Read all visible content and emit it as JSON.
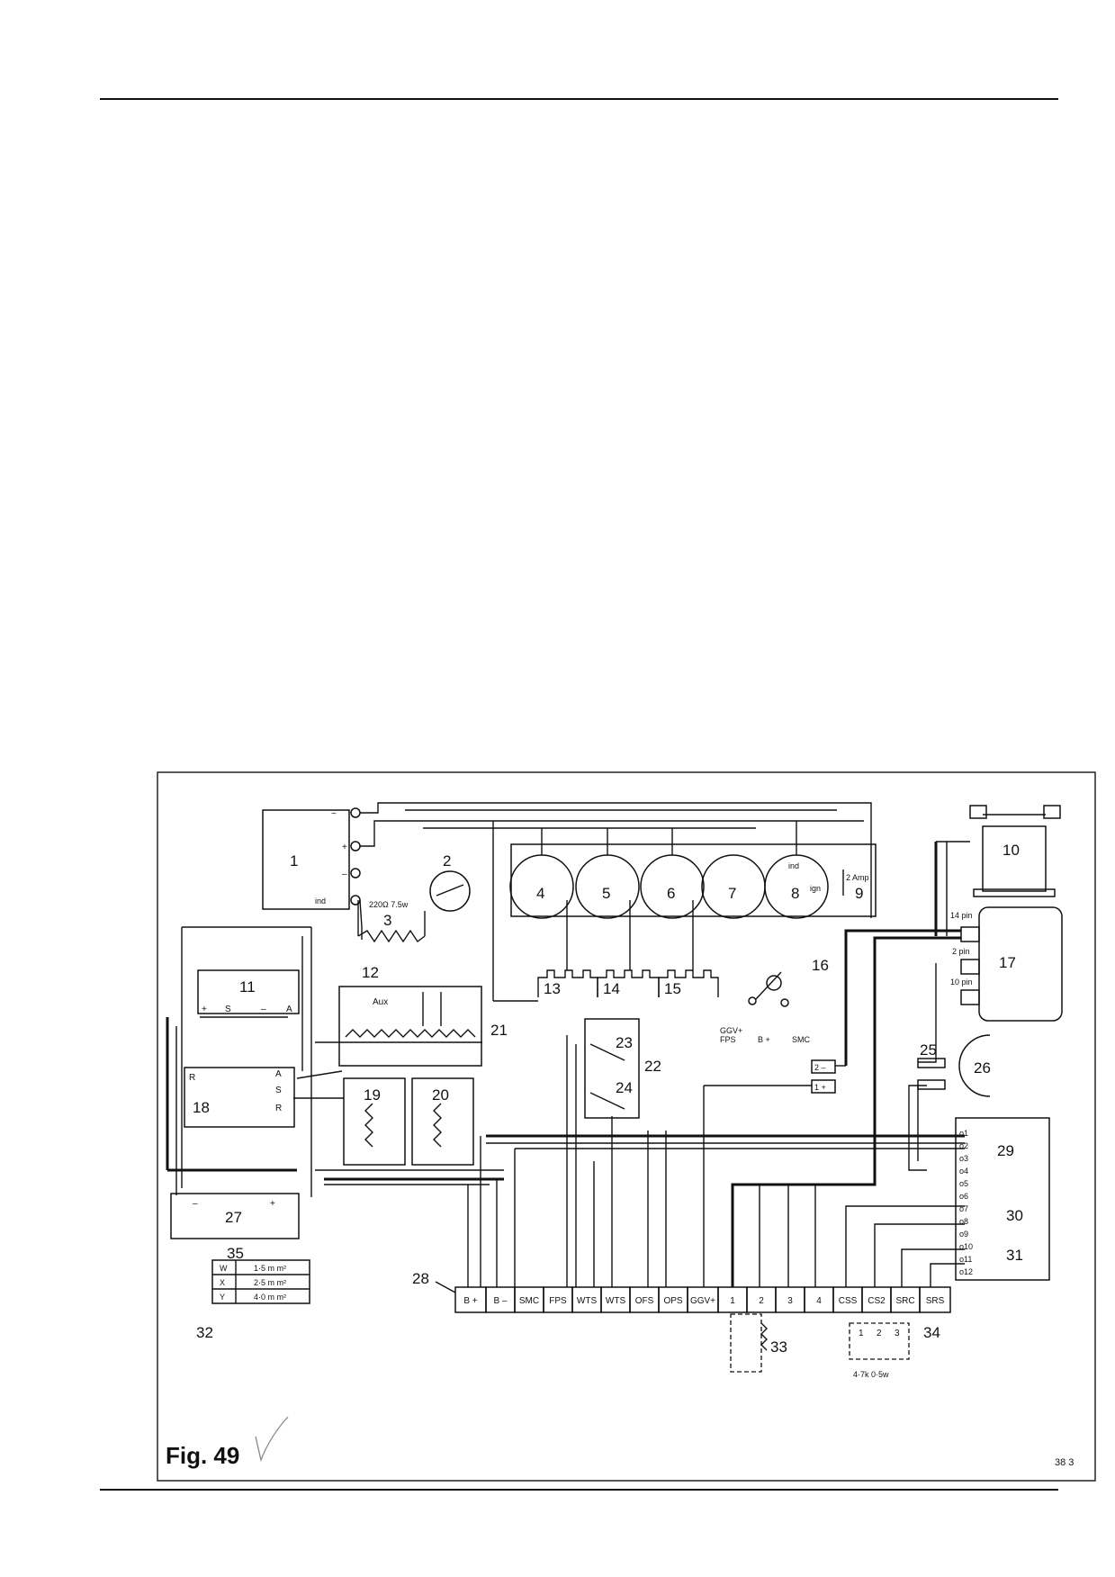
{
  "figure": {
    "caption": "Fig. 49",
    "ref": "38 3"
  },
  "components": [
    {
      "id": "1",
      "label": "1"
    },
    {
      "id": "2",
      "label": "2"
    },
    {
      "id": "3",
      "label": "3"
    },
    {
      "id": "4",
      "label": "4"
    },
    {
      "id": "5",
      "label": "5"
    },
    {
      "id": "6",
      "label": "6"
    },
    {
      "id": "7",
      "label": "7"
    },
    {
      "id": "8",
      "label": "8"
    },
    {
      "id": "9",
      "label": "9"
    },
    {
      "id": "10",
      "label": "10"
    },
    {
      "id": "11",
      "label": "11"
    },
    {
      "id": "12",
      "label": "12"
    },
    {
      "id": "13",
      "label": "13"
    },
    {
      "id": "14",
      "label": "14"
    },
    {
      "id": "15",
      "label": "15"
    },
    {
      "id": "16",
      "label": "16"
    },
    {
      "id": "17",
      "label": "17"
    },
    {
      "id": "18",
      "label": "18"
    },
    {
      "id": "19",
      "label": "19"
    },
    {
      "id": "20",
      "label": "20"
    },
    {
      "id": "21",
      "label": "21"
    },
    {
      "id": "22",
      "label": "22"
    },
    {
      "id": "23",
      "label": "23"
    },
    {
      "id": "24",
      "label": "24"
    },
    {
      "id": "25",
      "label": "25"
    },
    {
      "id": "26",
      "label": "26"
    },
    {
      "id": "27",
      "label": "27"
    },
    {
      "id": "28",
      "label": "28"
    },
    {
      "id": "29",
      "label": "29"
    },
    {
      "id": "30",
      "label": "30"
    },
    {
      "id": "31",
      "label": "31"
    },
    {
      "id": "32",
      "label": "32"
    },
    {
      "id": "33",
      "label": "33"
    },
    {
      "id": "34",
      "label": "34"
    },
    {
      "id": "35",
      "label": "35"
    }
  ],
  "wire_table": {
    "rows": [
      {
        "code": "W",
        "size": "1·5 m m²"
      },
      {
        "code": "X",
        "size": "2·5 m m²"
      },
      {
        "code": "Y",
        "size": "4·0 m m²"
      }
    ]
  },
  "terminal_strip": [
    "B +",
    "B –",
    "SMC",
    "FPS",
    "WTS",
    "WTS",
    "OFS",
    "OPS",
    "GGV+",
    "1",
    "2",
    "3",
    "4",
    "CSS",
    "CS2",
    "SRC",
    "SRS"
  ],
  "annotations": {
    "aux": "Aux",
    "resistor3": "220Ω 7.5w",
    "fuse9": "2 Amp",
    "ind8": "ind",
    "ign8": "ign",
    "meter1_ind": "ind",
    "pin14": "14 pin",
    "pin2": "2 pin",
    "pin10": "10 pin",
    "sw16_ggv": "GGV+",
    "sw16_fps": "FPS",
    "sw16_b": "B +",
    "sw16_smc": "SMC",
    "block34": "4·7k  0·5w",
    "reg11": [
      "+",
      "S",
      "–",
      "A"
    ],
    "reg18": [
      "A",
      "S",
      "R",
      "R"
    ],
    "relay_pins": [
      "2 –",
      "1 +"
    ],
    "module29_pins": [
      "o1",
      "o2",
      "o3",
      "o4",
      "o5",
      "o6",
      "o7",
      "o8",
      "o9",
      "o10",
      "o11",
      "o12"
    ]
  }
}
